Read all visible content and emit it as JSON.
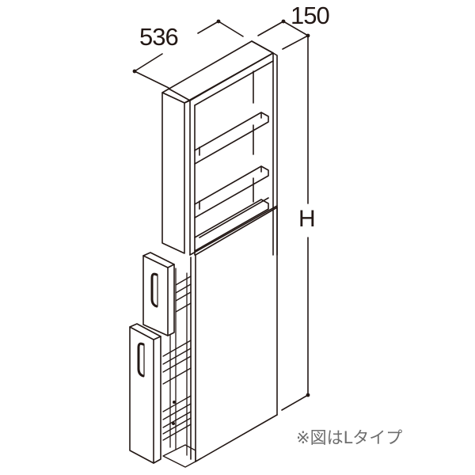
{
  "figure": {
    "type": "isometric line drawing",
    "subject": "tall narrow cabinet with open shelves and pull-out storage drawers",
    "stroke_color": "#231815",
    "background_color": "#ffffff"
  },
  "dimensions": {
    "width": {
      "label": "536"
    },
    "depth": {
      "label": "150"
    },
    "height": {
      "label": "H"
    }
  },
  "caption": {
    "text": "※図はLタイプ",
    "color": "#6e6e6e"
  }
}
